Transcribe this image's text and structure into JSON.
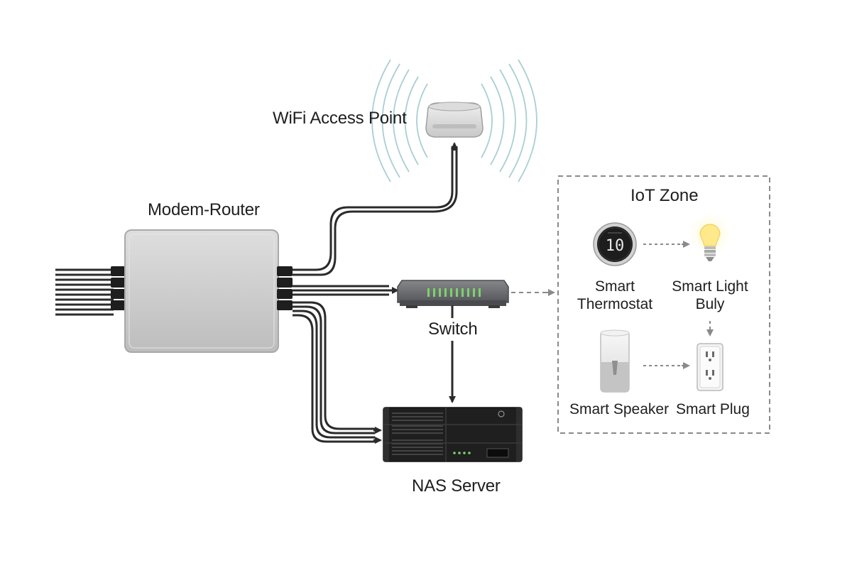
{
  "labels": {
    "wifi_access_point": "WiFi Access Point",
    "modem_router": "Modem-Router",
    "switch": "Switch",
    "nas_server": "NAS Server"
  },
  "iot_zone": {
    "title": "IoT Zone",
    "devices": {
      "thermostat": {
        "line1": "Smart",
        "line2": "Thermostat",
        "display": "10"
      },
      "light_bulb": {
        "line1": "Smart Light",
        "line2": "Buly"
      },
      "speaker": {
        "label": "Smart Speaker"
      },
      "plug": {
        "label": "Smart Plug"
      }
    }
  },
  "colors": {
    "cable": "#2b2b2b",
    "router_body": "#cfcfcf",
    "switch_body": "#6d6e70",
    "led_green": "#7bd36b",
    "nas_body": "#1f1f1f",
    "wifi_waves": "#a9cfd4",
    "zone_border": "#8a8a8a",
    "dashed_arrow": "#8a8a8a",
    "bulb_glow": "#fff3b0"
  }
}
